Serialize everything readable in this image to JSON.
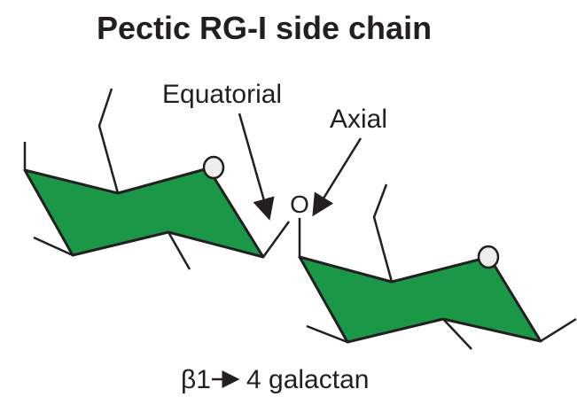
{
  "title": "Pectic RG-I side chain",
  "labels": {
    "equatorial": "Equatorial",
    "axial": "Axial",
    "bridge_oxygen": "O"
  },
  "caption": {
    "prefix": "β1",
    "suffix": "4 galactan"
  },
  "colors": {
    "ring_fill": "#1a9848",
    "stroke": "#231f20",
    "ring_oxygen_fill": "#ededed"
  }
}
